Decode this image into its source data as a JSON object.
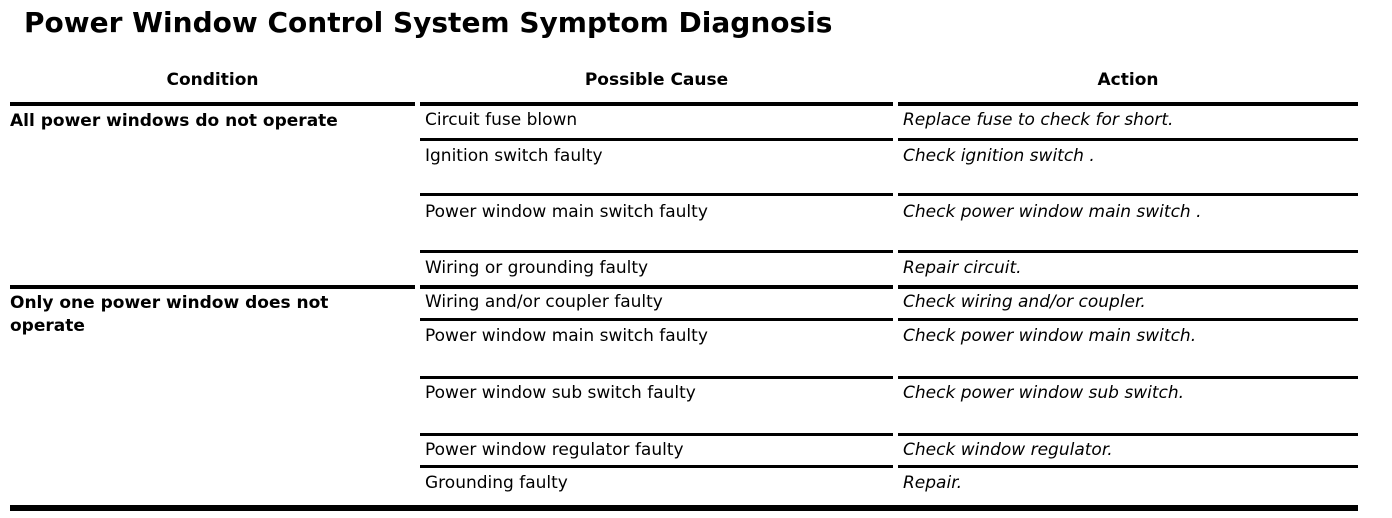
{
  "title": "Power Window Control System Symptom Diagnosis",
  "table": {
    "headers": {
      "condition": "Condition",
      "cause": "Possible Cause",
      "action": "Action"
    },
    "groups": [
      {
        "condition": "All power windows do not operate"
      },
      {
        "condition": "Only one power window does not\noperate"
      }
    ],
    "rows": [
      {
        "cause": "Circuit fuse blown",
        "action": "Replace fuse to check for short."
      },
      {
        "cause": "Ignition switch faulty",
        "action": "Check ignition switch ."
      },
      {
        "cause": "Power window main switch faulty",
        "action": "Check power window main switch ."
      },
      {
        "cause": "Wiring or grounding faulty",
        "action": "Repair circuit."
      },
      {
        "cause": "Wiring and/or coupler faulty",
        "action": "Check wiring and/or coupler."
      },
      {
        "cause": "Power window main switch faulty",
        "action": "Check power window main switch."
      },
      {
        "cause": "Power window sub switch faulty",
        "action": "Check power window sub switch."
      },
      {
        "cause": "Power window regulator faulty",
        "action": "Check window regulator."
      },
      {
        "cause": "Grounding faulty",
        "action": "Repair."
      }
    ],
    "colors": {
      "text": "#000000",
      "background": "#ffffff",
      "rule": "#000000"
    }
  }
}
